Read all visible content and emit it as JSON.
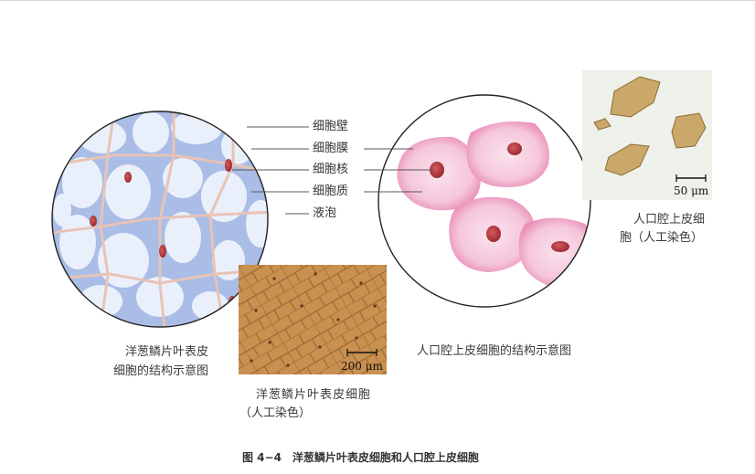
{
  "onion_diagram": {
    "parts": [
      "细胞壁",
      "细胞膜",
      "细胞核",
      "细胞质",
      "液泡"
    ],
    "caption_line1": "洋葱鳞片叶表皮",
    "caption_line2": "细胞的结构示意图"
  },
  "onion_photo": {
    "scale_bar": "200 μm",
    "caption_line1": "洋葱鳞片叶表皮细胞",
    "caption_line2": "（人工染色）"
  },
  "cheek_diagram": {
    "caption": "人口腔上皮细胞的结构示意图"
  },
  "cheek_photo": {
    "scale_bar": "50 μm",
    "caption_line1": "人口腔上皮细",
    "caption_line2": "胞（人工染色）"
  },
  "figure": {
    "caption": "图 4−4　洋葱鳞片叶表皮细胞和人口腔上皮细胞"
  },
  "colors": {
    "onion_cell_bg": "#a9bde6",
    "vacuole": "#eaf0fb",
    "nucleus": "#b0303a",
    "cheek_cell": "#f4c0d6",
    "onion_photo_bg": "#c8904a"
  }
}
